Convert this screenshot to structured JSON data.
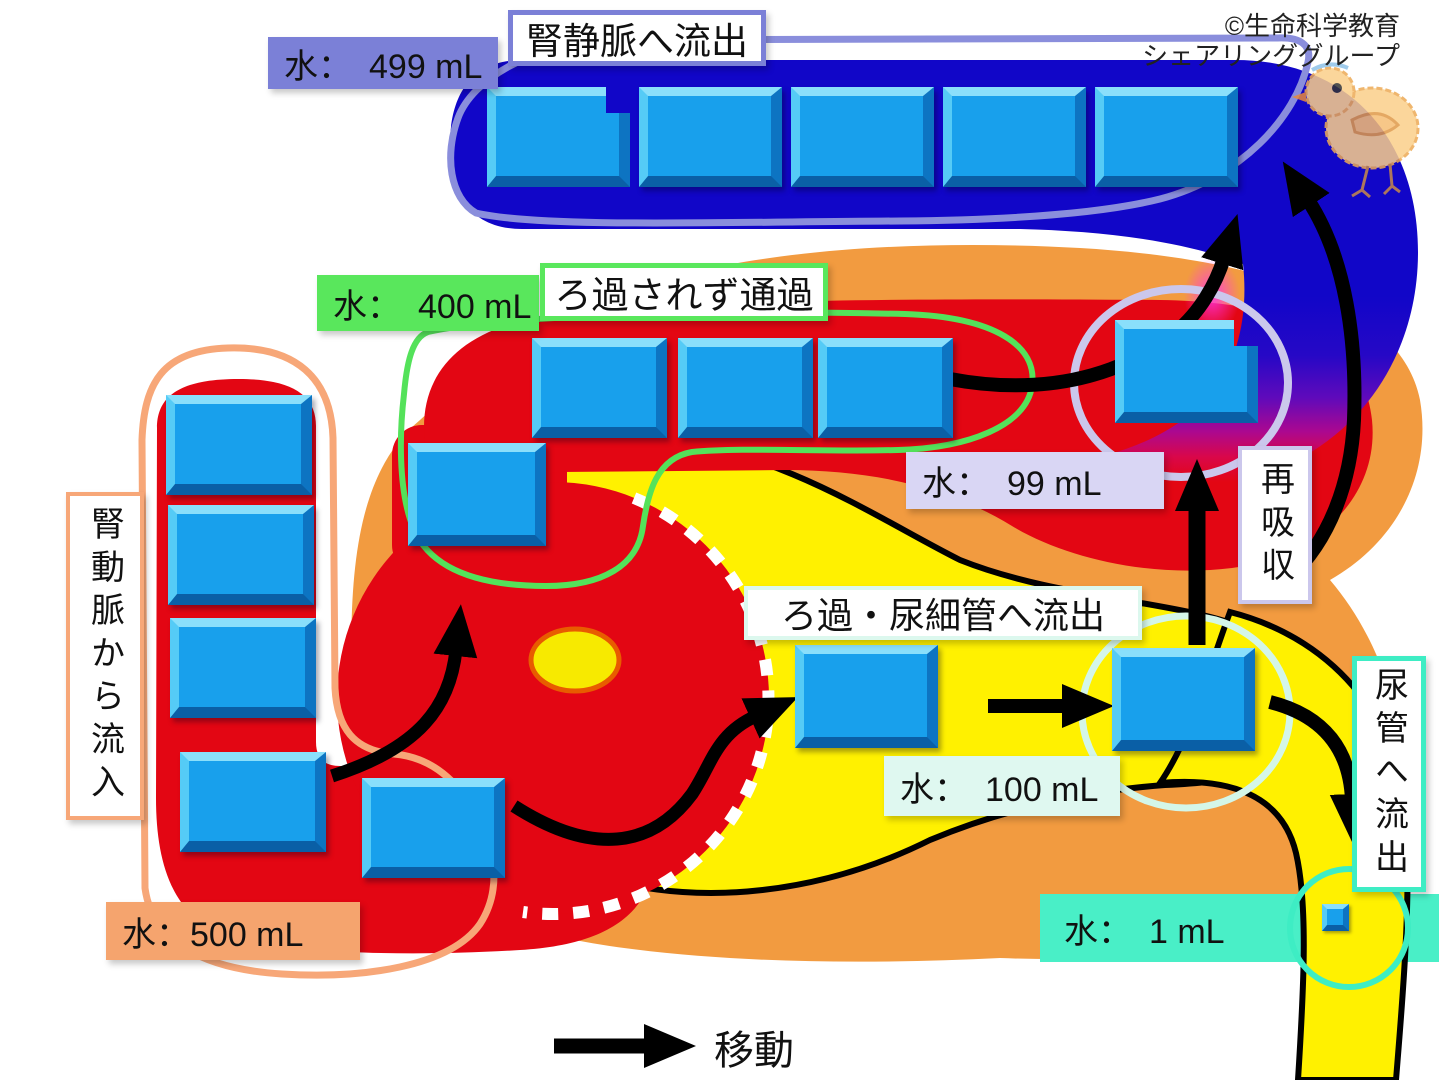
{
  "copyright": {
    "line1": "©生命科学教育",
    "line2": "シェアリンググループ"
  },
  "stations": {
    "renal_vein": {
      "title": "腎静脈へ流出",
      "water": "水：　499 mL",
      "cubes": 5
    },
    "unfiltered": {
      "title": "ろ過されず通過",
      "water": "水：　400 mL",
      "cubes": 4
    },
    "renal_artery": {
      "title": "腎動脈から流入",
      "water": "水：500 mL",
      "cubes": 5
    },
    "tubule": {
      "title": "ろ過・尿細管へ流出",
      "water": "水：　100 mL",
      "cubes": 2
    },
    "reabsorption": {
      "title": "再吸収",
      "water": "水：　99 mL",
      "cubes": 1
    },
    "ureter": {
      "title": "尿管へ流出",
      "water": "水：　1 mL",
      "cubes": 1
    }
  },
  "legend": {
    "move": "移動"
  },
  "colors": {
    "artery_red": "#E30613",
    "vein_blue": "#1106C8",
    "cube_blue": "#18A0EC",
    "kidney_orange": "#F29B40",
    "tubule_yellow": "#FFF100",
    "vein_accent": "#7B80D7",
    "unfiltered_accent": "#59E75C",
    "artery_accent": "#F7A778",
    "filtrate_accent": "#DFF8F0",
    "reabsorb_accent": "#CBC7EC",
    "urine_accent": "#3EEDC4",
    "label_99_bg": "#D9D6F4",
    "label_500_bg": "#F5A46E"
  }
}
